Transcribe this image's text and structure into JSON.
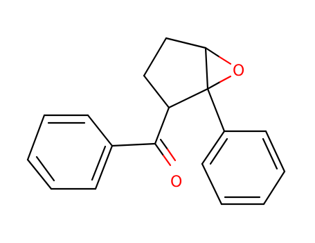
{
  "figure": {
    "type": "chemical-structure",
    "atoms": {
      "ketone_oxygen": {
        "label": "O",
        "color": "#ff0000"
      },
      "epoxide_oxygen": {
        "label": "O",
        "color": "#ff0000"
      }
    },
    "bond_color": "#000000",
    "background": "#ffffff"
  }
}
